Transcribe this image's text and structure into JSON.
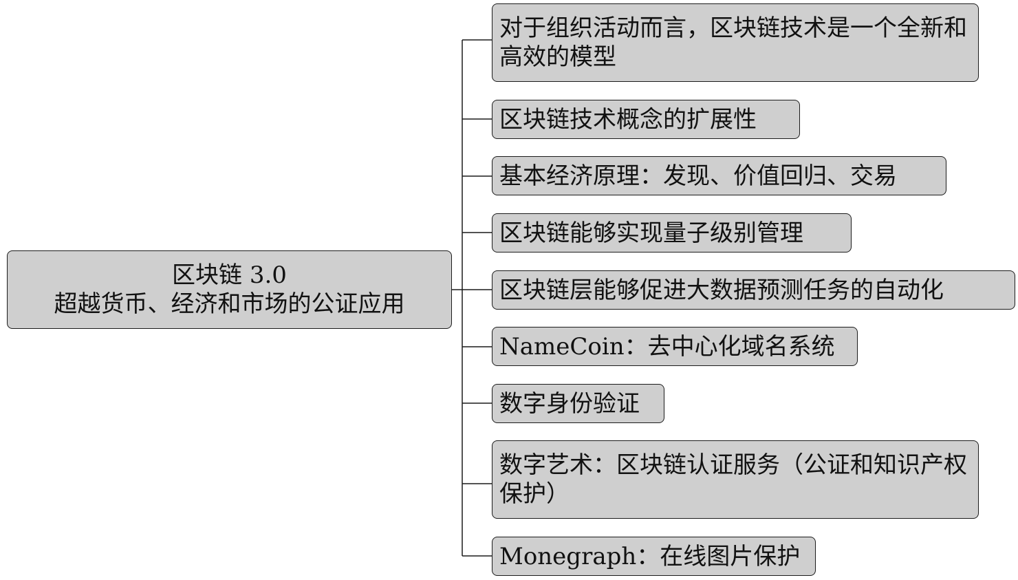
{
  "root": {
    "title": "区块链 3.0",
    "subtitle": "超越货币、经济和市场的公证应用"
  },
  "branches": [
    {
      "label": "对于组织活动而言，区块链技术是一个全新和高效的模型"
    },
    {
      "label": "区块链技术概念的扩展性"
    },
    {
      "label": "基本经济原理：发现、价值回归、交易"
    },
    {
      "label": "区块链能够实现量子级别管理"
    },
    {
      "label": "区块链层能够促进大数据预测任务的自动化"
    },
    {
      "label": "NameCoin：去中心化域名系统"
    },
    {
      "label": "数字身份验证"
    },
    {
      "label": "数字艺术：区块链认证服务（公证和知识产权保护）"
    },
    {
      "label": "Monegraph：在线图片保护"
    }
  ],
  "colors": {
    "node_fill": "#cfcfcf",
    "node_border": "#1a1a1a",
    "connector": "#1a1a1a",
    "background": "#ffffff"
  }
}
